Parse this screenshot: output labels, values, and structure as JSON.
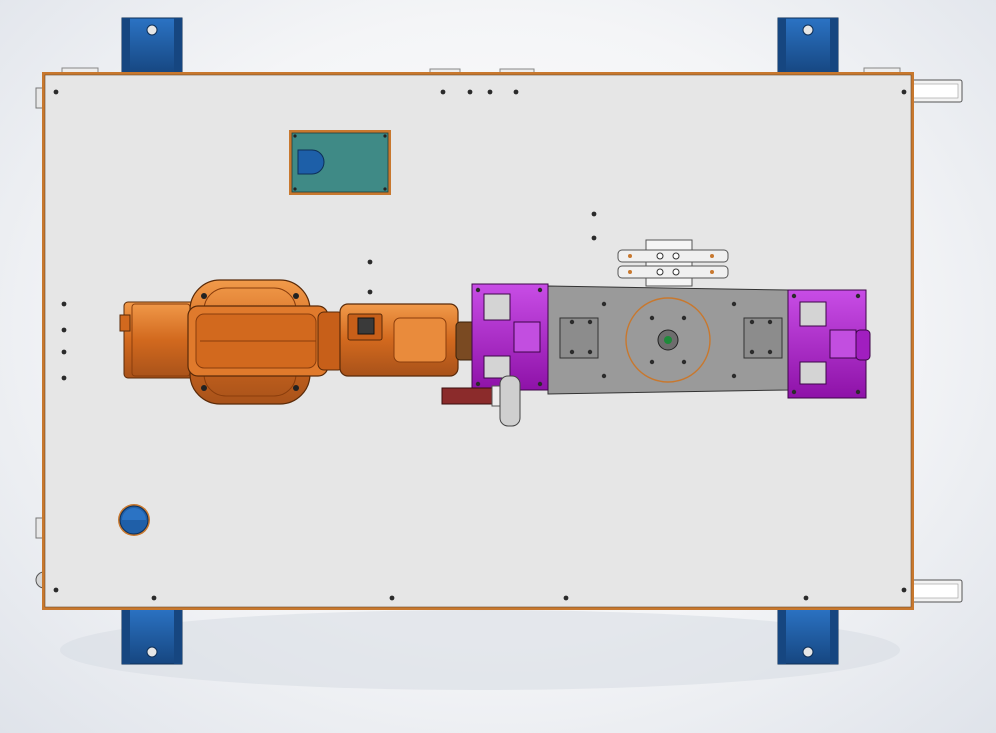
{
  "viewport": {
    "label": "",
    "colors": {
      "background": "#eef0f3",
      "table_top": "#e6e6e6",
      "table_edge": "#c8782e",
      "foot_blue": "#1f5fa8",
      "foot_blue_dark": "#164680",
      "robot_orange": "#d2691e",
      "robot_orange_light": "#e98b3c",
      "robot_orange_dark": "#8a3d0c",
      "gripper_purple": "#a11ec0",
      "gripper_purple_light": "#c24ee0",
      "tool_plate": "#9a9a9a",
      "teal_panel": "#3f8a86",
      "outline": "#2b2b2b"
    }
  },
  "parts": {
    "table": "workstation-table",
    "feet": "leveling-foot",
    "robot": "industrial-robot-arm",
    "gripper": "dual-gripper-tool",
    "controller": "teal-control-box",
    "valve": "pneumatic-valve-block",
    "port": "cable-port"
  },
  "icons": {
    "bolt": "bolt-icon",
    "hole": "mounting-hole-icon"
  }
}
